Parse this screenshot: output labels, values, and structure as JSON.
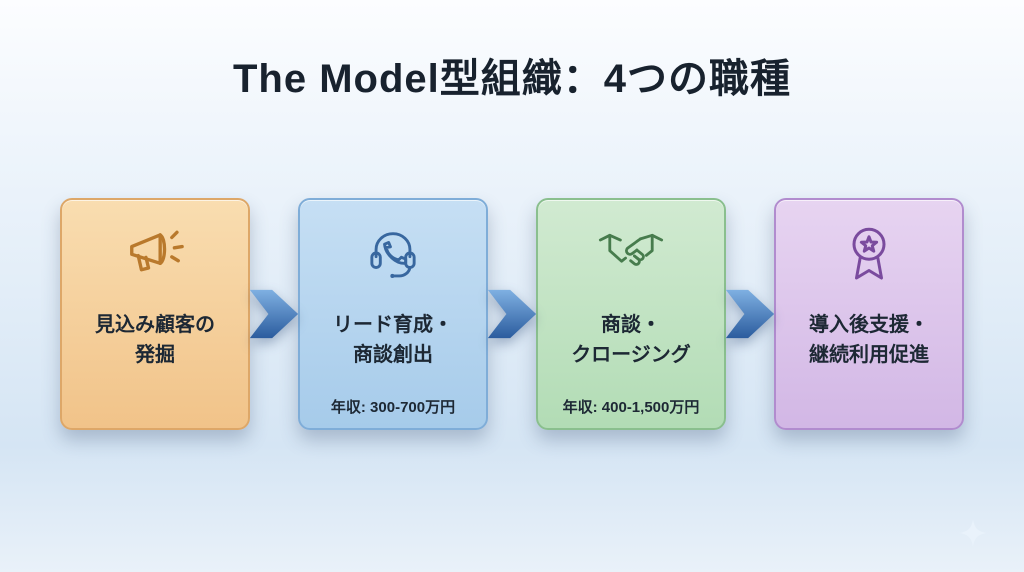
{
  "page": {
    "title": "The Model型組織：4つの職種",
    "title_color": "#18222e",
    "background_top": "#fcfdff",
    "background_bottom": "#d5e5f4"
  },
  "arrow": {
    "icon": "arrow-right-icon",
    "color_top": "#7fb0e2",
    "color_bottom": "#2b5c9e"
  },
  "cards": [
    {
      "icon": "megaphone-icon",
      "label": "見込み顧客の\n発掘",
      "salary": "",
      "colors": {
        "bg_top": "#f9ddb0",
        "bg_bottom": "#f1c389",
        "border": "#dda768",
        "icon": "#b9792c",
        "text": "#1d2834"
      }
    },
    {
      "icon": "headset-phone-icon",
      "label": "リード育成・\n商談創出",
      "salary": "年収: 300-700万円",
      "colors": {
        "bg_top": "#c6dff4",
        "bg_bottom": "#a6cbea",
        "border": "#7fadd8",
        "icon": "#38679f",
        "text": "#1d2834"
      }
    },
    {
      "icon": "handshake-icon",
      "label": "商談・\nクロージング",
      "salary": "年収: 400-1,500万円",
      "colors": {
        "bg_top": "#d1ead1",
        "bg_bottom": "#b2dcb5",
        "border": "#8abf8e",
        "icon": "#477c4d",
        "text": "#1d2834"
      }
    },
    {
      "icon": "award-ribbon-icon",
      "label": "導入後支援・\n継続利用促進",
      "salary": "",
      "colors": {
        "bg_top": "#e7d4f1",
        "bg_bottom": "#d2b7e5",
        "border": "#b18cce",
        "icon": "#7a4b9e",
        "text": "#1d2834"
      }
    }
  ],
  "decor": {
    "sparkle_icon": "sparkle-icon",
    "sparkle_color": "#eaf3fc"
  }
}
